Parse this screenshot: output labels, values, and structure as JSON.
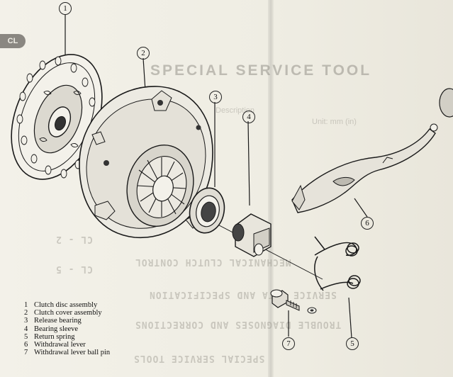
{
  "background_text": {
    "tab_label": "CL",
    "heading": "SPECIAL SERVICE TOOL",
    "column_headers": [
      "Description",
      "Unit: mm (in)"
    ],
    "mirrored_index": [
      "CL - 2",
      "MECHANICAL CLUTCH CONTROL",
      "CL - 5",
      "SERVICE DATA AND SPECIFICATION",
      "TROUBLE DIAGNOSES AND CORRECTIONS",
      "SPECIAL SERVICE TOOLS"
    ]
  },
  "callouts": [
    "1",
    "2",
    "3",
    "4",
    "5",
    "6",
    "7"
  ],
  "legend": [
    {
      "num": "1",
      "label": "Clutch disc assembly"
    },
    {
      "num": "2",
      "label": "Clutch cover assembly"
    },
    {
      "num": "3",
      "label": "Release bearing"
    },
    {
      "num": "4",
      "label": "Bearing sleeve"
    },
    {
      "num": "5",
      "label": "Return spring"
    },
    {
      "num": "6",
      "label": "Withdrawal lever"
    },
    {
      "num": "7",
      "label": "Withdrawal lever ball pin"
    }
  ],
  "colors": {
    "paper": "#f1efe6",
    "ink": "#1a1a1a",
    "ghost": "#9a978e"
  }
}
